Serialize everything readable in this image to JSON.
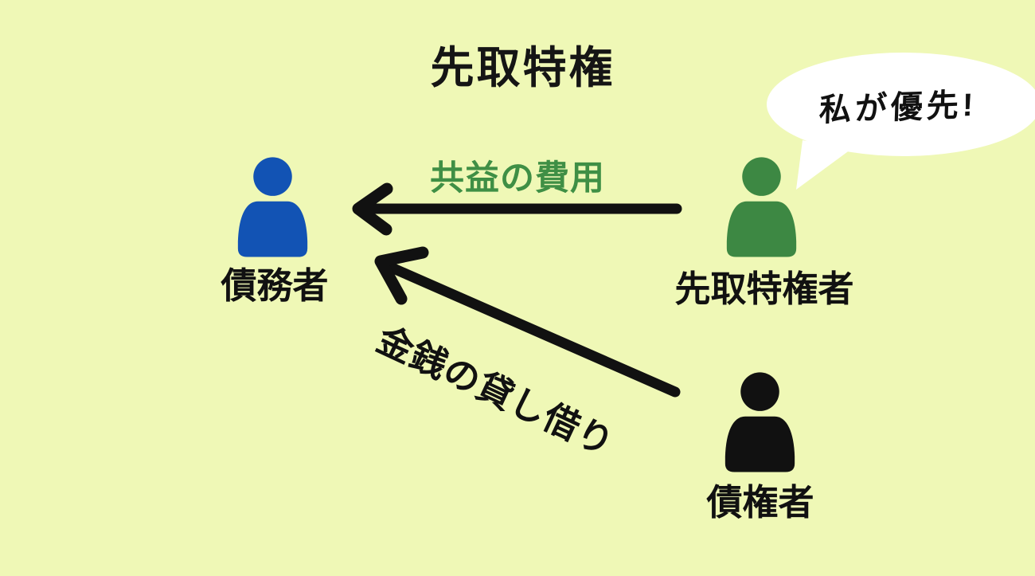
{
  "title": "先取特権",
  "speech_bubble": {
    "text": "私が優先!"
  },
  "actors": [
    {
      "id": "debtor",
      "label": "債務者",
      "color": "#1253b4"
    },
    {
      "id": "lien-holder",
      "label": "先取特権者",
      "color": "#3d8843"
    },
    {
      "id": "creditor",
      "label": "債権者",
      "color": "#111111"
    }
  ],
  "arrows": [
    {
      "id": "common-benefit",
      "label": "共益の費用",
      "from": "lien-holder",
      "to": "debtor",
      "label_color": "#3f8f45"
    },
    {
      "id": "money-loan",
      "label": "金銭の貸し借り",
      "from": "creditor",
      "to": "debtor",
      "label_color": "#111111"
    }
  ],
  "colors": {
    "background": "#eff8b6",
    "bubble": "#ffffff",
    "arrow": "#111111"
  }
}
